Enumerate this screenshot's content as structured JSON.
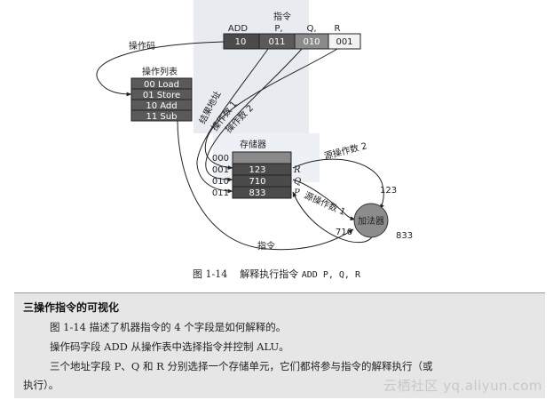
{
  "diagram": {
    "instruction": {
      "title": "指令",
      "field_labels": [
        "ADD",
        "P,",
        "Q,",
        "R"
      ],
      "values": [
        "10",
        "011",
        "010",
        "001"
      ]
    },
    "opcode_label": "操作码",
    "op_table": {
      "title": "操作列表",
      "rows": [
        "00 Load",
        "01 Store",
        "10 Add",
        "11 Sub"
      ]
    },
    "diagonal_labels": [
      "结果地址",
      "操作数 1",
      "操作数 2"
    ],
    "memory": {
      "title": "存储器",
      "addresses": [
        "000",
        "001",
        "010",
        "011"
      ],
      "values": [
        "",
        "123",
        "710",
        "833"
      ],
      "tags": [
        "",
        "R",
        "Q",
        "P"
      ]
    },
    "source_operand_2": "源操作数 2",
    "source_operand_1": "源操作数 1",
    "instruction_arrow_label": "指令",
    "adder": {
      "label": "加法器",
      "input_1": "710",
      "input_2": "123",
      "output": "833"
    },
    "colors": {
      "dark_cell": "#4b4b4b",
      "mid_cell": "#8a8a8a",
      "light_cell": "#f2f2f2",
      "adder_fill": "#8c8c8c",
      "background_watermark": "#d6dde6"
    }
  },
  "caption": {
    "figure": "图 1-14",
    "text": "解释执行指令",
    "code": "ADD P, Q, R"
  },
  "sidebar": {
    "heading": "三操作指令的可视化",
    "paragraphs": [
      "图 1-14 描述了机器指令的 4 个字段是如何解释的。",
      "操作码字段 ADD 从操作表中选择指令并控制 ALU。",
      "三个地址字段 P、Q 和 R 分别选择一个存储单元，它们都将参与指令的解释执行（或",
      "执行）。"
    ]
  },
  "watermark": "云栖社区 yq.aliyun.com"
}
